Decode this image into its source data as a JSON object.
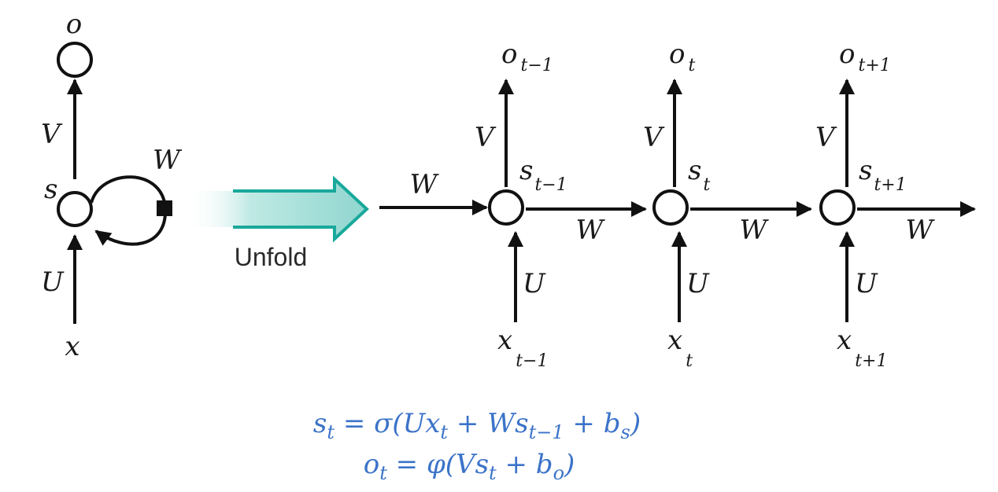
{
  "folded": {
    "output": "o",
    "state": "s",
    "input": "x",
    "output_weight": "V",
    "input_weight": "U",
    "recurrent_weight": "W"
  },
  "unfold_label": "Unfold",
  "unfolded": {
    "incoming_weight": "W",
    "steps": [
      {
        "output": "o",
        "output_sub": "t−1",
        "state": "s",
        "state_sub": "t−1",
        "input": "x",
        "input_sub": "t−1",
        "V": "V",
        "U": "U",
        "W_out": "W"
      },
      {
        "output": "o",
        "output_sub": "t",
        "state": "s",
        "state_sub": "t",
        "input": "x",
        "input_sub": "t",
        "V": "V",
        "U": "U",
        "W_out": "W"
      },
      {
        "output": "o",
        "output_sub": "t+1",
        "state": "s",
        "state_sub": "t+1",
        "input": "x",
        "input_sub": "t+1",
        "V": "V",
        "U": "U",
        "W_out": "W"
      }
    ]
  },
  "equations": {
    "eq1": {
      "lhs": "s",
      "lhs_sub": "t",
      "p1": " = σ(Ux",
      "p1_sub": "t",
      "p2": " + Ws",
      "p2_sub": "t−1",
      "p3": " + b",
      "p3_sub": "s",
      "p4": ")"
    },
    "eq2": {
      "lhs": "o",
      "lhs_sub": "t",
      "p1": " = φ(Vs",
      "p1_sub": "t",
      "p2": " + b",
      "p2_sub": "o",
      "p3": ")"
    }
  },
  "colors": {
    "ink": "#111111",
    "arrow_fill": "#9fdcd6",
    "arrow_stroke": "#19a89b",
    "equation": "#3b73c9"
  },
  "icons": {
    "unfold_arrow": "unfold-arrow-icon",
    "recurrent_delay": "delay-square-icon"
  }
}
